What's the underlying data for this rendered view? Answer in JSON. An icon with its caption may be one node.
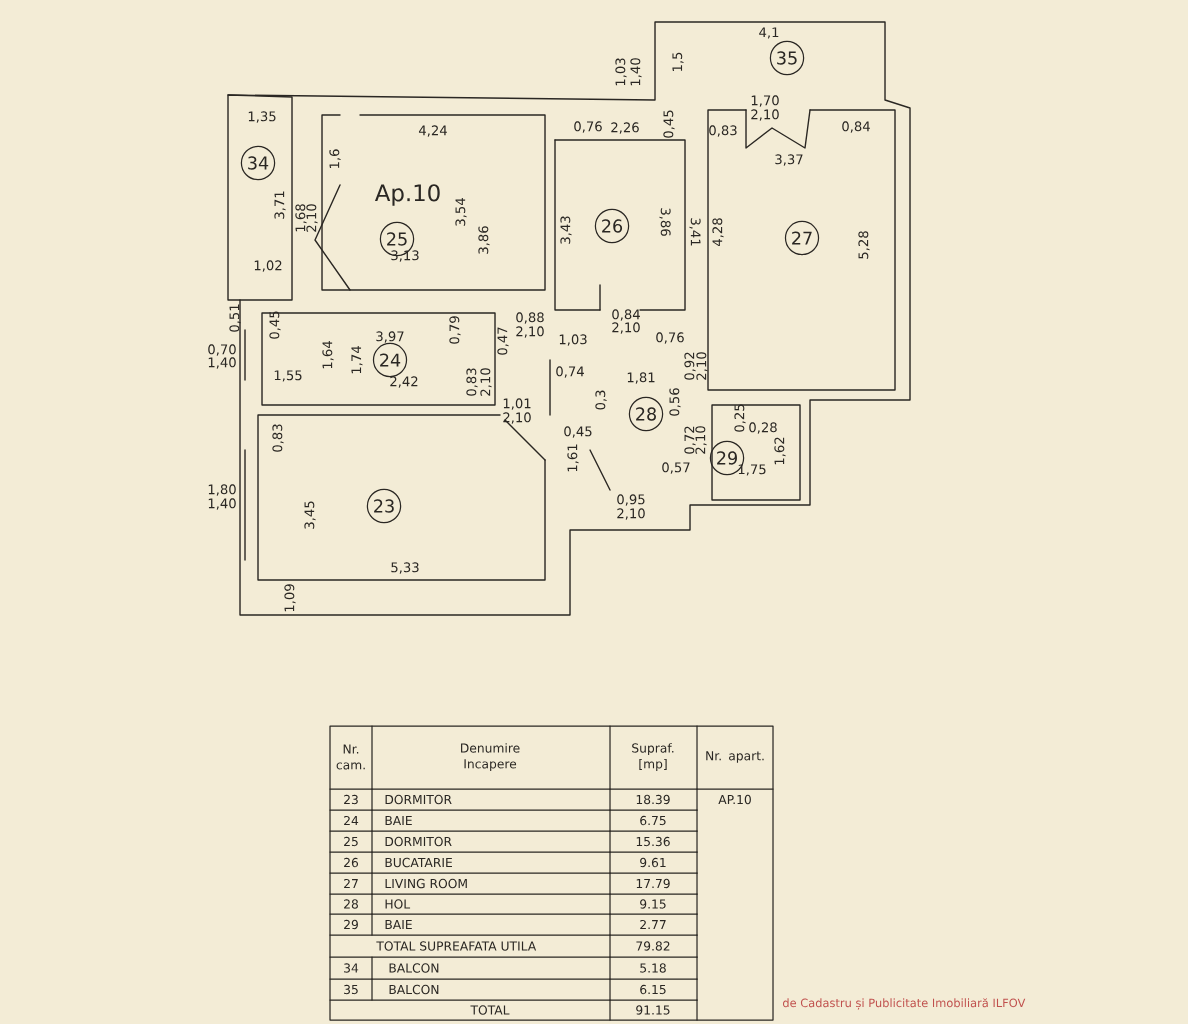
{
  "diagram": {
    "nodes": [
      {
        "text": [
          "35"
        ]
      },
      {
        "text": [
          "34"
        ]
      },
      {
        "text": [
          "25"
        ]
      },
      {
        "text": [
          "26"
        ]
      },
      {
        "text": [
          "27"
        ]
      },
      {
        "text": [
          "24"
        ]
      },
      {
        "text": [
          "28"
        ]
      },
      {
        "text": [
          "29"
        ]
      },
      {
        "text": [
          "23"
        ]
      }
    ],
    "labels": [
      "4,1",
      "1,5",
      "1,03",
      "1,40",
      "1,35",
      "4,24",
      "1,70",
      "2,10",
      "0,45",
      "0,76",
      "2,26",
      "0,83",
      "0,84",
      "3,37",
      "1,6",
      "3,71",
      "1,68",
      "2,10",
      "Ap.10",
      "3,54",
      "3,86",
      "3,43",
      "3,86",
      "3,41",
      "4,28",
      "5,28",
      "3,13",
      "1,02",
      "0,51",
      "0,45",
      "0,79",
      "0,88",
      "2,10",
      "0,84",
      "2,10",
      "3,97",
      "1,03",
      "0,76",
      "0,47",
      "0,70",
      "1,40",
      "1,64",
      "1,74",
      "1,55",
      "2,42",
      "0,83",
      "2,10",
      "0,74",
      "1,81",
      "0,92",
      "2,10",
      "0,3",
      "0,56",
      "1,01",
      "2,10",
      "0,45",
      "0,25",
      "0,28",
      "0,83",
      "1,61",
      "0,72",
      "2,10",
      "0,57",
      "1,75",
      "1,62",
      "1,80",
      "1,40",
      "0,95",
      "2,10",
      "3,45",
      "5,33",
      "1,09",
      "Nr. cam.",
      "Denumire Incapere",
      "Supraf. [mp]",
      "Nr. apart.",
      "23",
      "DORMITOR",
      "18.39",
      "AP.10",
      "24",
      "BAIE",
      "6.75",
      "25",
      "DORMITOR",
      "15.36",
      "26",
      "BUCATARIE",
      "9.61",
      "27",
      "LIVING ROOM",
      "17.79",
      "28",
      "HOL",
      "9.15",
      "29",
      "BAIE",
      "2.77",
      "TOTAL SUPREAFATA UTILA",
      "79.82",
      "34",
      "BALCON",
      "5.18",
      "35",
      "BALCON",
      "6.15",
      "TOTAL",
      "91.15",
      "de Cadastru și Publicitate Imobiliară ILFOV"
    ]
  }
}
